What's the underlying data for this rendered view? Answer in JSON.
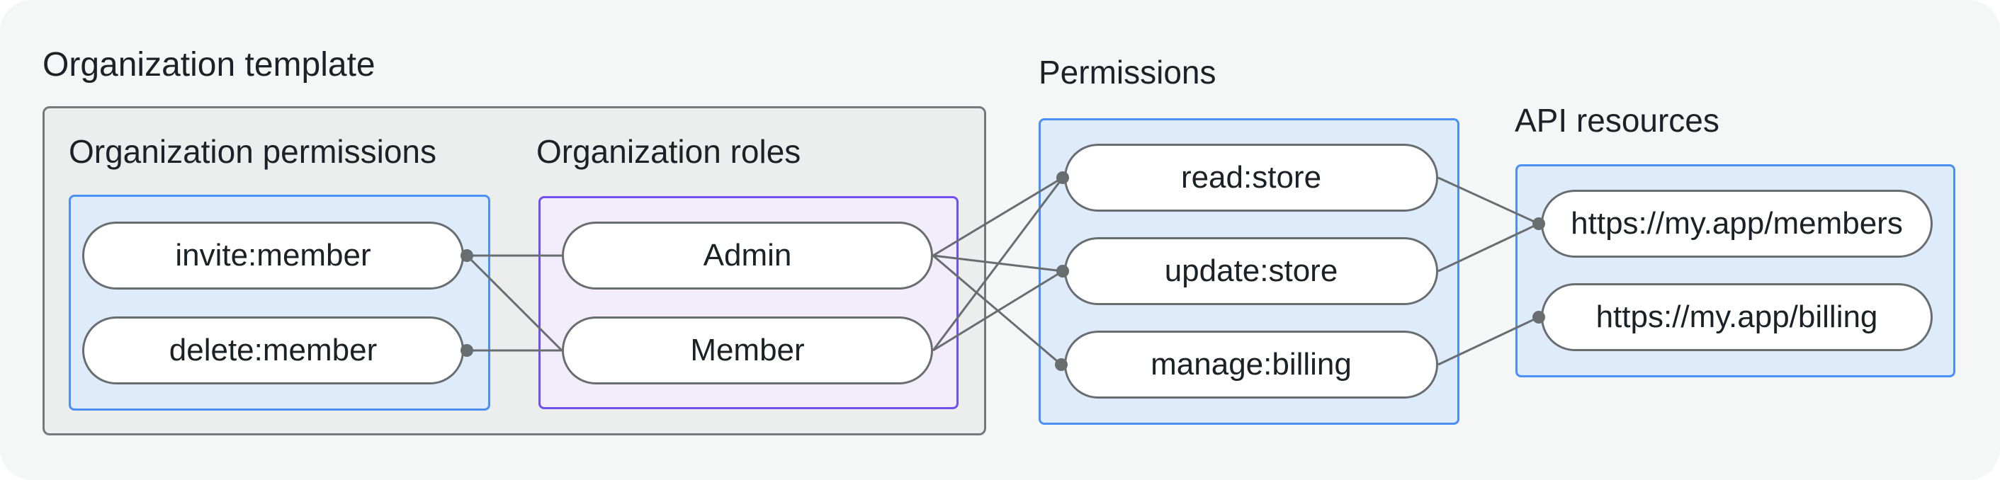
{
  "diagram": {
    "title": "Organization template",
    "org_permissions": {
      "title": "Organization permissions",
      "items": [
        "invite:member",
        "delete:member"
      ]
    },
    "org_roles": {
      "title": "Organization roles",
      "items": [
        "Admin",
        "Member"
      ]
    },
    "permissions": {
      "title": "Permissions",
      "items": [
        "read:store",
        "update:store",
        "manage:billing"
      ]
    },
    "api_resources": {
      "title": "API resources",
      "items": [
        "https://my.app/members",
        "https://my.app/billing"
      ]
    },
    "edges": [
      "invite:member → Admin",
      "invite:member → Member",
      "delete:member → Member",
      "Admin → read:store",
      "Admin → update:store",
      "Admin → manage:billing",
      "Member → read:store",
      "Member → update:store",
      "read:store → https://my.app/members",
      "update:store → https://my.app/members",
      "manage:billing → https://my.app/billing"
    ],
    "colors": {
      "page_background": "#F5F6F6",
      "group_gray_fill": "#ECEEEE",
      "group_gray_border": "#76797B",
      "group_blue_fill": "#DEEBFA",
      "group_blue_border": "#4A90F6",
      "group_purple_fill": "#F2ECFB",
      "group_purple_border": "#7050EE",
      "node_border": "#686D70",
      "edge_line": "#686D70",
      "text": "#1C2126"
    }
  }
}
